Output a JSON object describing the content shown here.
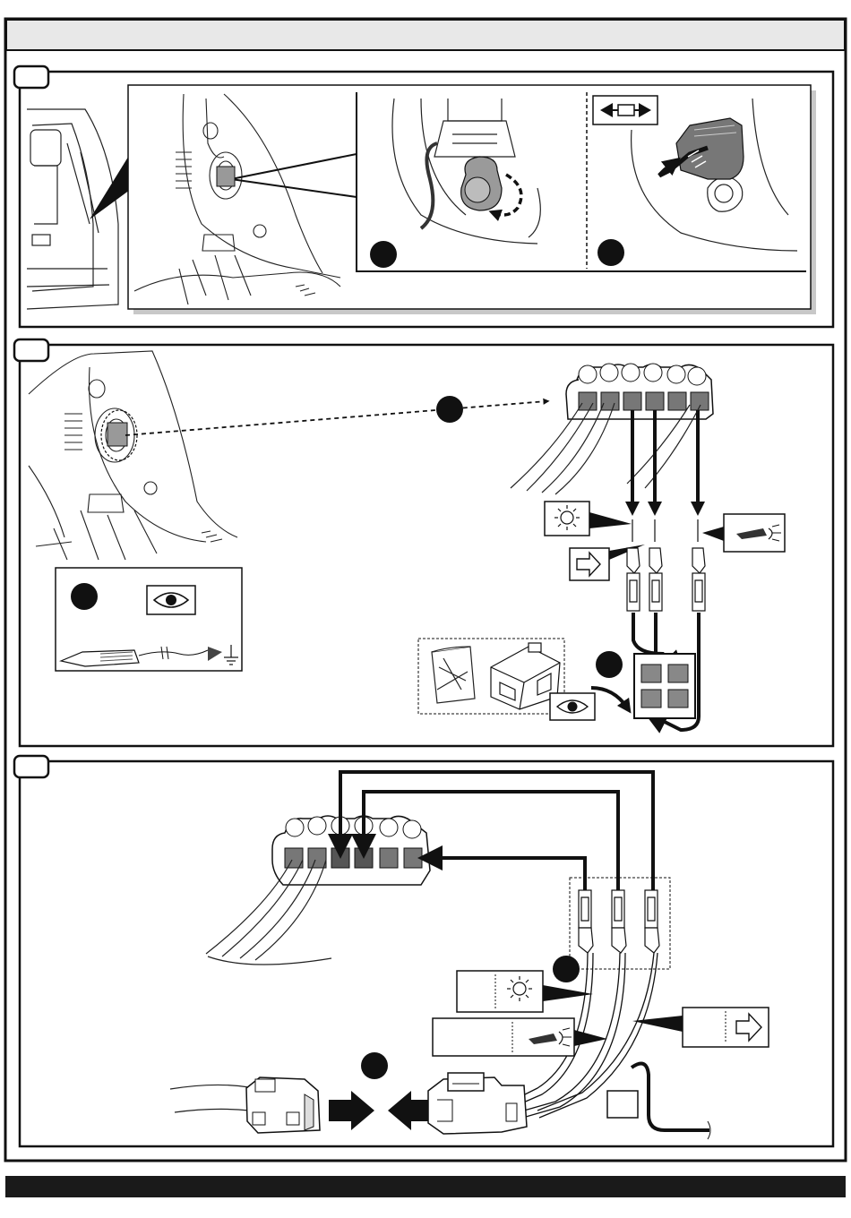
{
  "header": {
    "title": ""
  },
  "panels": [
    {
      "id": "step-1",
      "step_number": "",
      "badges": [
        "",
        ""
      ]
    },
    {
      "id": "step-2",
      "step_number": "",
      "badges": [
        "",
        ""
      ]
    },
    {
      "id": "step-3",
      "step_number": "",
      "badges": [
        "",
        ""
      ]
    }
  ],
  "connector": {
    "pin_count": 6
  },
  "icons": {
    "light": "sun-lamp-icon",
    "turn": "arrow-right-icon",
    "fog": "fog-lamp-icon",
    "inspect": "eye-icon",
    "tester": "test-lamp-icon",
    "ground": "ground-symbol-icon",
    "pull": "disconnect-arrows-icon"
  },
  "footer": {
    "text": ""
  }
}
